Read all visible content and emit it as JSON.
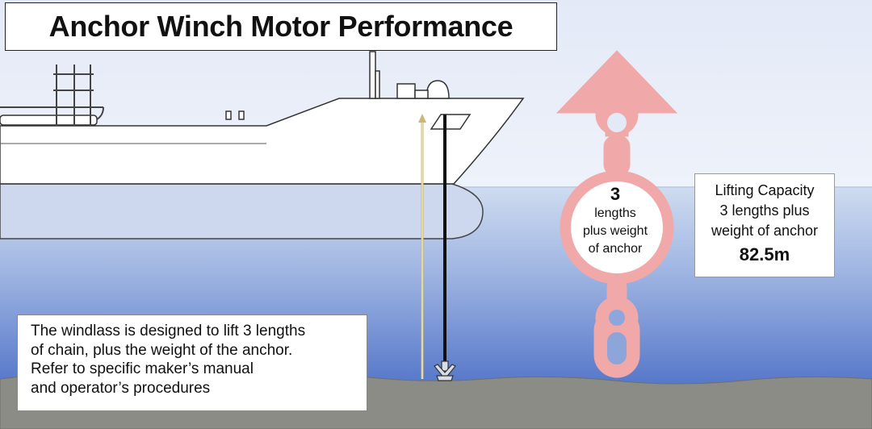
{
  "title": "Anchor Winch Motor Performance",
  "note": {
    "lines": [
      "The windlass is designed to lift 3 lengths",
      "of chain, plus the weight of the anchor.",
      "Refer to specific maker’s manual",
      "and operator’s procedures"
    ]
  },
  "ring_label": {
    "number": "3",
    "lines": [
      "lengths",
      "plus weight",
      "of anchor"
    ]
  },
  "capacity": {
    "lines": [
      "Lifting Capacity",
      "3 lengths plus",
      "weight of anchor"
    ],
    "value": "82.5m"
  },
  "colors": {
    "sky": "#e6ecf8",
    "sea_top": "#c9d8ef",
    "sea_bottom": "#3e62c2",
    "seabed": "#8a8b84",
    "chain_pink": "#f0a8a8",
    "hull_outline": "#333333",
    "guide_rod": "#c9b877",
    "chain_line": "#111111"
  },
  "icons": {
    "anchor": "anchor-icon",
    "arrow": "arrow-up-icon"
  }
}
